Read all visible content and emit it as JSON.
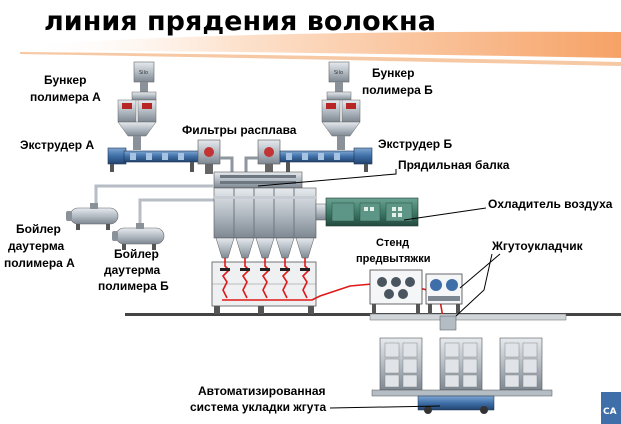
{
  "title": "линия прядения волокна",
  "labels": {
    "hopper_a_1": "Бункер",
    "hopper_a_2": "полимера А",
    "hopper_b_1": "Бункер",
    "hopper_b_2": "полимера Б",
    "extruder_a": "Экструдер А",
    "extruder_b": "Экструдер Б",
    "filters": "Фильтры расплава",
    "spin_beam": "Прядильная балка",
    "air_cooler": "Охладитель воздуха",
    "boiler_a_1": "Бойлер",
    "boiler_a_2": "даутерма",
    "boiler_a_3": "полимера А",
    "boiler_b_1": "Бойлер",
    "boiler_b_2": "даутерма",
    "boiler_b_3": "полимера Б",
    "stand_1": "Стенд",
    "stand_2": "предвытяжки",
    "tow_layer": "Жгутоукладчик",
    "auto_1": "Автоматизированная",
    "auto_2": "система укладки жгута",
    "silo_a": "Silo",
    "silo_b": "Silo",
    "logo": "CA"
  },
  "colors": {
    "accent_orange": "#f08a3c",
    "machine_blue": "#3e6fa8",
    "steel": "#9aa3ad",
    "cooler_green": "#3f7a68",
    "fiber_red": "#e01818"
  }
}
